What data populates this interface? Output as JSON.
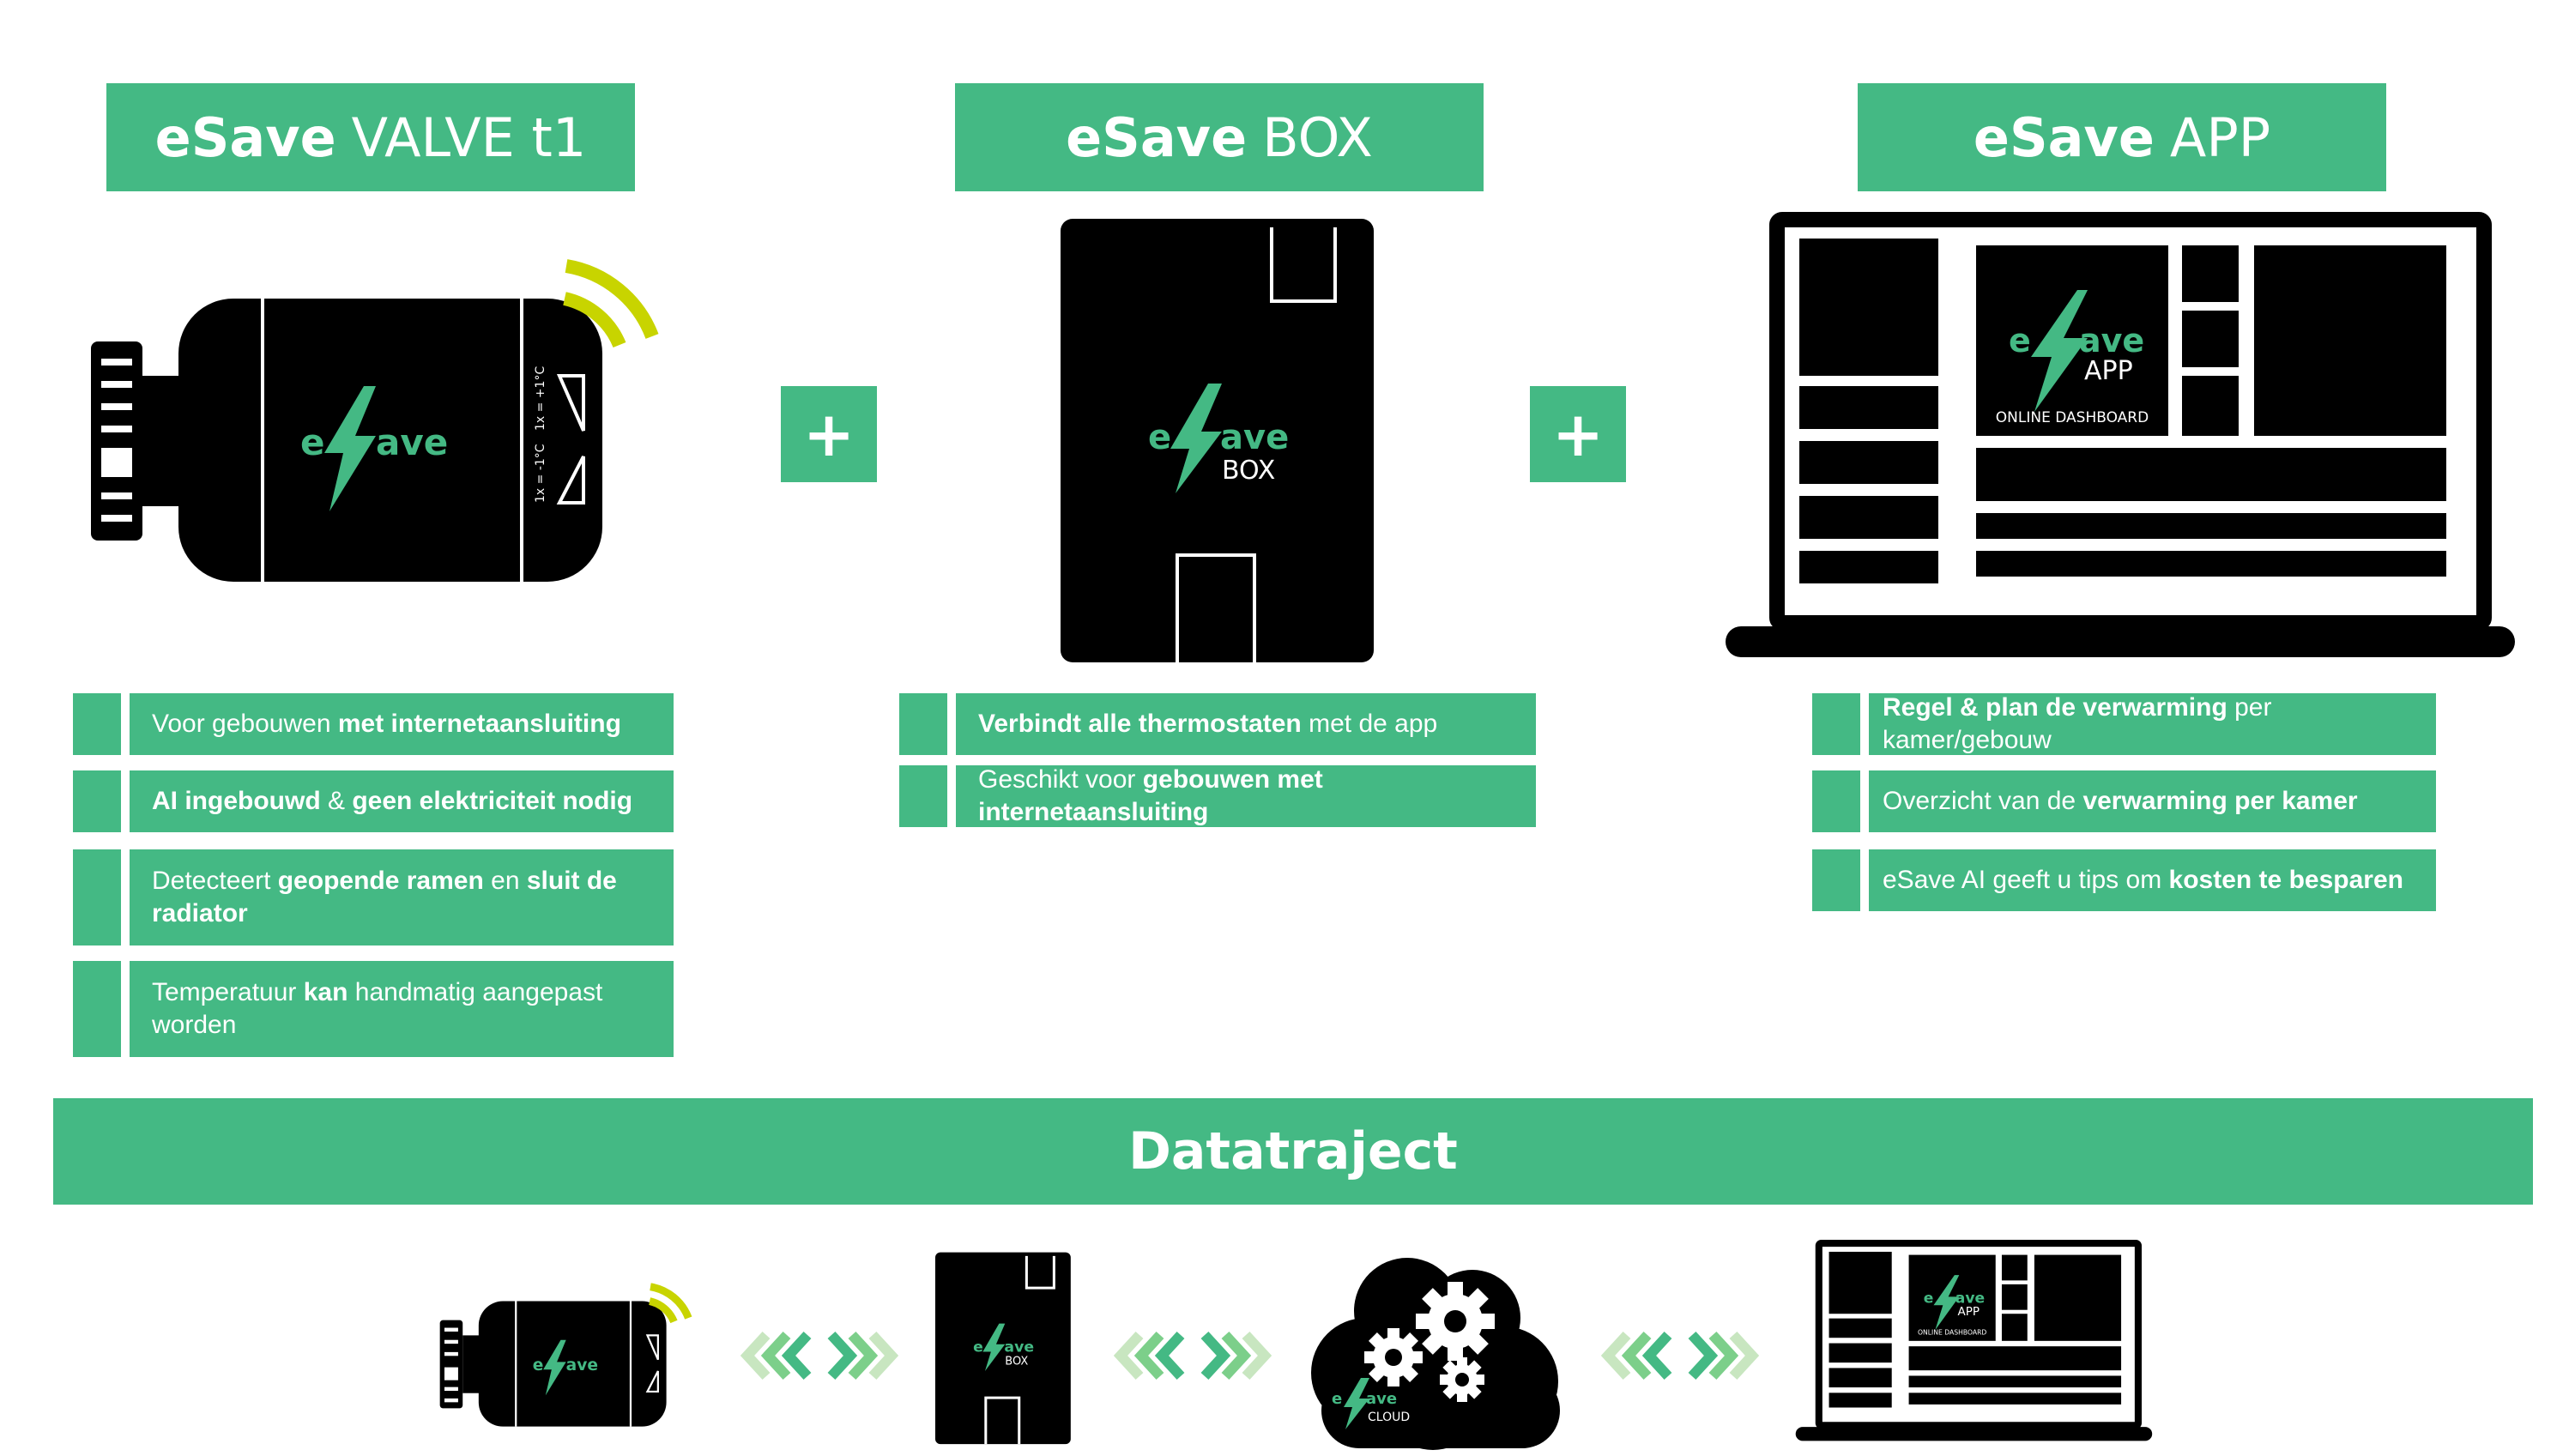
{
  "colors": {
    "green": "#44b984",
    "black": "#000000",
    "lime": "#c8d400",
    "white": "#ffffff"
  },
  "headers": [
    {
      "bold": "eSave",
      "light": "VALVE t1"
    },
    {
      "bold": "eSave",
      "light": "BOX"
    },
    {
      "bold": "eSave",
      "light": "APP"
    }
  ],
  "plus_symbol": "+",
  "valve": {
    "logo_e": "e",
    "logo_ave": "ave",
    "label_left": "1x = -1°C",
    "label_right": "1x = +1°C"
  },
  "box": {
    "logo_e": "e",
    "logo_ave": "ave",
    "label": "BOX"
  },
  "app": {
    "logo_e": "e",
    "logo_ave": "ave",
    "label": "APP",
    "dashboard": "ONLINE DASHBOARD"
  },
  "cloud": {
    "logo_e": "e",
    "logo_ave": "ave",
    "label": "CLOUD"
  },
  "valve_features": [
    [
      {
        "t": "Voor gebouwen ",
        "b": false
      },
      {
        "t": "met internetaansluiting",
        "b": true
      }
    ],
    [
      {
        "t": "AI ingebouwd",
        "b": true
      },
      {
        "t": " & ",
        "b": false
      },
      {
        "t": "geen elektriciteit nodig",
        "b": true
      }
    ],
    [
      {
        "t": "Detecteert ",
        "b": false
      },
      {
        "t": "geopende ramen",
        "b": true
      },
      {
        "t": " en ",
        "b": false
      },
      {
        "t": "sluit de radiator",
        "b": true
      }
    ],
    [
      {
        "t": "Temperatuur ",
        "b": false
      },
      {
        "t": "kan",
        "b": true
      },
      {
        "t": " handmatig aangepast worden",
        "b": false
      }
    ]
  ],
  "box_features": [
    [
      {
        "t": "Verbindt alle thermostaten",
        "b": true
      },
      {
        "t": " met de app",
        "b": false
      }
    ],
    [
      {
        "t": "Geschikt voor ",
        "b": false
      },
      {
        "t": "gebouwen met internetaansluiting",
        "b": true
      }
    ]
  ],
  "app_features": [
    [
      {
        "t": "Regel & plan de verwarming",
        "b": true
      },
      {
        "t": " per kamer/gebouw",
        "b": false
      }
    ],
    [
      {
        "t": "Overzicht van de ",
        "b": false
      },
      {
        "t": "verwarming per kamer",
        "b": true
      }
    ],
    [
      {
        "t": "eSave AI geeft u tips om ",
        "b": false
      },
      {
        "t": "kosten te besparen",
        "b": true
      }
    ]
  ],
  "datatraject": "Datatraject"
}
